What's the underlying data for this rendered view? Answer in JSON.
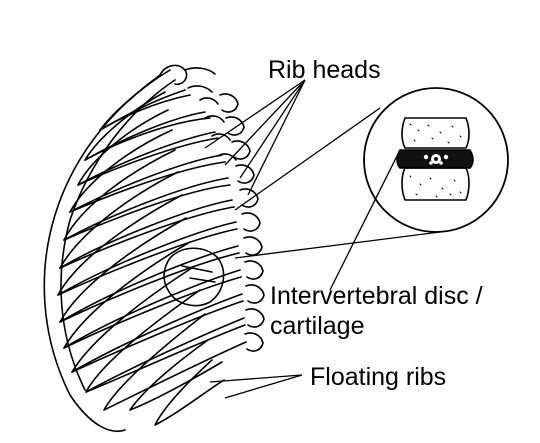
{
  "labels": {
    "rib_heads": "Rib heads",
    "intervertebral_line1": "Intervertebral disc /",
    "intervertebral_line2": "cartilage",
    "floating_ribs": "Floating ribs"
  },
  "colors": {
    "ink": "#000000",
    "background": "#ffffff"
  }
}
